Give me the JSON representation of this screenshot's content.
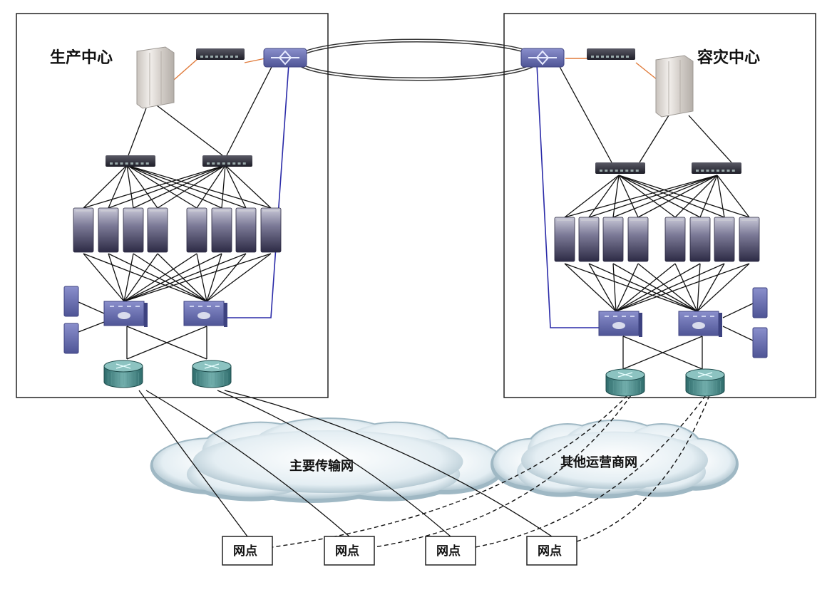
{
  "sites": {
    "production": {
      "title": "生产中心"
    },
    "disaster_recovery": {
      "title": "容灾中心"
    }
  },
  "clouds": {
    "primary": {
      "label": "主要传输网"
    },
    "other": {
      "label": "其他运营商网"
    }
  },
  "branches": [
    {
      "label": "网点"
    },
    {
      "label": "网点"
    },
    {
      "label": "网点"
    },
    {
      "label": "网点"
    }
  ],
  "legend_colors": {
    "core_link": "#2a2aa8",
    "storage_link": "#e07a3a",
    "primary_route": "solid",
    "backup_route": "dashed"
  },
  "device_icons": {
    "mainframe": "mainframe-server-icon",
    "storage_switch": "storage-switch-icon",
    "core_switch": "core-switch-icon",
    "access_switch": "access-switch-icon",
    "server": "server-rack-icon",
    "l3_switch": "layer3-switch-icon",
    "router": "router-icon",
    "small_server": "small-server-icon"
  }
}
